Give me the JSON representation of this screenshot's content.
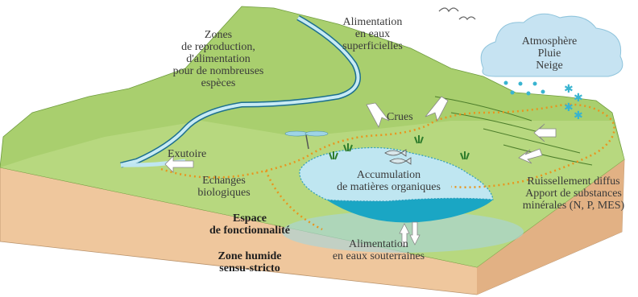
{
  "labels": {
    "zones": [
      "Zones",
      "de reproduction,",
      "d'alimentation",
      "pour de nombreuses",
      "espèces"
    ],
    "alim_sup": [
      "Alimentation",
      "en eaux",
      "superficielles"
    ],
    "atmosphere": [
      "Atmosphère",
      "Pluie",
      "Neige"
    ],
    "crues": "Crues",
    "exutoire": "Exutoire",
    "echanges": [
      "Echanges",
      "biologiques"
    ],
    "accumulation": [
      "Accumulation",
      "de matières organiques"
    ],
    "ruissellement": [
      "Ruissellement diffus",
      "Apport de substances",
      "minérales (N, P, MES)"
    ],
    "espace": [
      "Espace",
      "de fonctionnalité"
    ],
    "zone_humide": [
      "Zone humide",
      "sensu-stricto"
    ],
    "alim_sout": [
      "Alimentation",
      "en eaux souterraines"
    ]
  },
  "colors": {
    "hill": "#a9cf6e",
    "grass_light": "#c4df8a",
    "soil": "#efc79d",
    "soil_side": "#e2b184",
    "water": "#bfe6f1",
    "deep_water": "#1aa6c4",
    "dotted_boundary": "#e8951e",
    "cloud": "#c6e3f2",
    "snow": "#39b4d0",
    "arrow": "#ffffff",
    "text": "#3a3a3a"
  }
}
